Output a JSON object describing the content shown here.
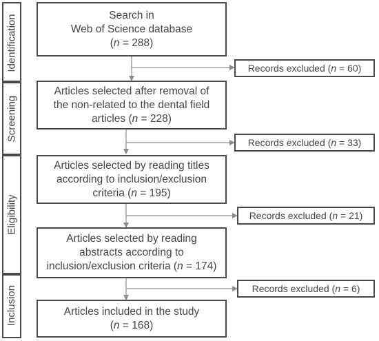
{
  "stages": [
    {
      "label": "Identification"
    },
    {
      "label": "Screening"
    },
    {
      "label": "Eligibility"
    },
    {
      "label": "Inclusion"
    }
  ],
  "main_boxes": [
    {
      "lines": [
        "Search in",
        "Web of Science database"
      ],
      "n_prefix": "(",
      "n_label": "n",
      "n_value": " = 288)"
    },
    {
      "lines": [
        "Articles selected after removal of",
        "the non-related to the dental field"
      ],
      "n_prefix": "articles (",
      "n_label": "n",
      "n_value": " = 228)"
    },
    {
      "lines": [
        "Articles selected by reading titles",
        "according to inclusion/exclusion"
      ],
      "n_prefix": "criteria (",
      "n_label": "n",
      "n_value": " = 195)"
    },
    {
      "lines": [
        "Articles selected by reading",
        "abstracts according to"
      ],
      "n_prefix": "inclusion/exclusion criteria (",
      "n_label": "n",
      "n_value": " = 174)"
    },
    {
      "lines": [
        "Articles included in the study"
      ],
      "n_prefix": "(",
      "n_label": "n",
      "n_value": " = 168)"
    }
  ],
  "excluded_boxes": [
    {
      "prefix": "Records excluded (",
      "n_label": "n",
      "n_value": " = 60)"
    },
    {
      "prefix": "Records excluded (",
      "n_label": "n",
      "n_value": " = 33)"
    },
    {
      "prefix": "Records excluded (",
      "n_label": "n",
      "n_value": " = 21)"
    },
    {
      "prefix": "Records excluded (",
      "n_label": "n",
      "n_value": " = 6)"
    }
  ],
  "colors": {
    "border": "#4a4a4a",
    "text": "#444444",
    "arrow": "#8c8c8c"
  }
}
